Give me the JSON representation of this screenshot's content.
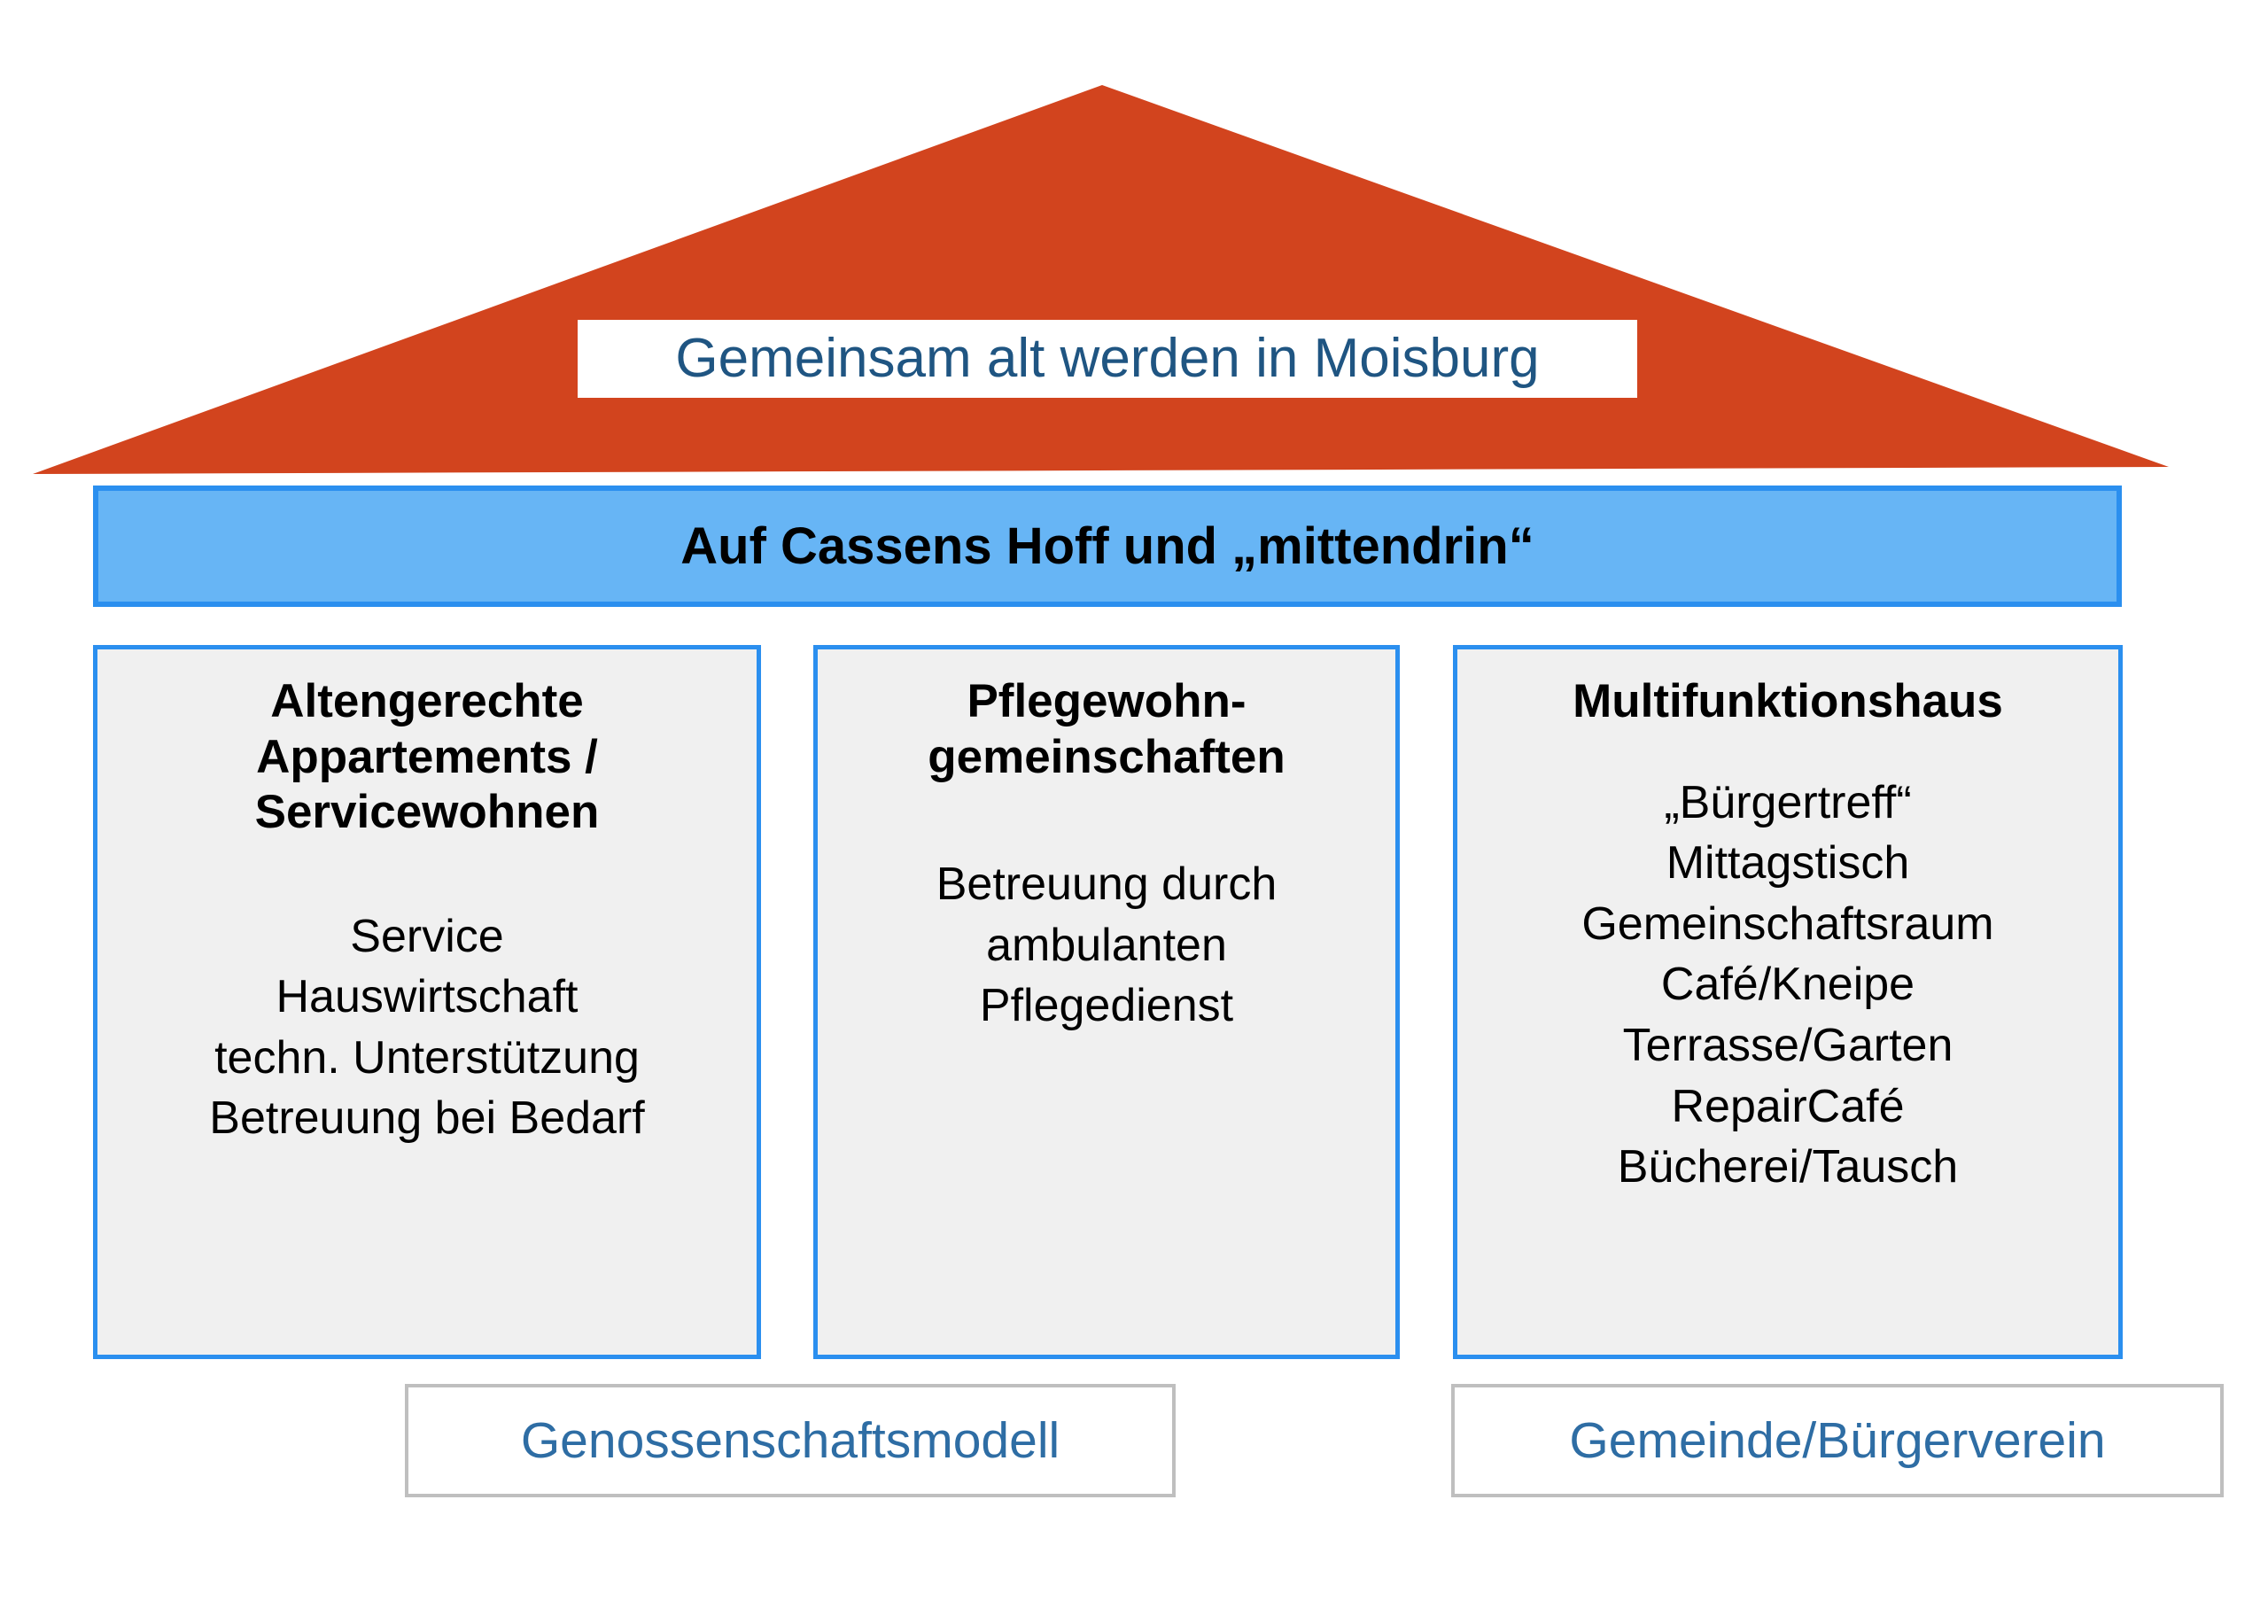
{
  "diagram": {
    "type": "house-concept-diagram",
    "colors": {
      "roof": "#D2441E",
      "banner_fill": "#67B5F5",
      "banner_border": "#2B8FEF",
      "column_fill": "#F0F0F0",
      "column_border": "#2B8FEF",
      "title_text": "#1F5582",
      "footer_text": "#2E6DA4",
      "footer_border": "#BFBFBF",
      "background": "#FFFFFF"
    },
    "roof": {
      "shape_name": "roof-triangle",
      "title": "Gemeinsam alt werden in Moisburg"
    },
    "banner": {
      "label": "Auf Cassens Hoff und „mittendrin“"
    },
    "columns": [
      {
        "heading": "Altengerechte Appartements / Servicewohnen",
        "heading_lines": [
          "Altengerechte",
          "Appartements /",
          "Servicewohnen"
        ],
        "items": [
          "Service",
          "Hauswirtschaft",
          "techn. Unterstützung",
          "Betreuung bei Bedarf"
        ]
      },
      {
        "heading": "Pflegewohn-gemeinschaften",
        "heading_lines": [
          "Pflegewohn-",
          "gemeinschaften"
        ],
        "items": [
          "Betreuung durch",
          "ambulanten",
          "Pflegedienst"
        ]
      },
      {
        "heading": "Multifunktionshaus",
        "heading_lines": [
          "Multifunktionshaus"
        ],
        "items": [
          "„Bürgertreff“",
          "Mittagstisch",
          "Gemeinschaftsraum",
          "Café/Kneipe",
          "Terrasse/Garten",
          "RepairCafé",
          "Bücherei/Tausch"
        ]
      }
    ],
    "footers": [
      {
        "label": "Genossenschaftsmodell"
      },
      {
        "label": "Gemeinde/Bürgerverein"
      }
    ]
  }
}
